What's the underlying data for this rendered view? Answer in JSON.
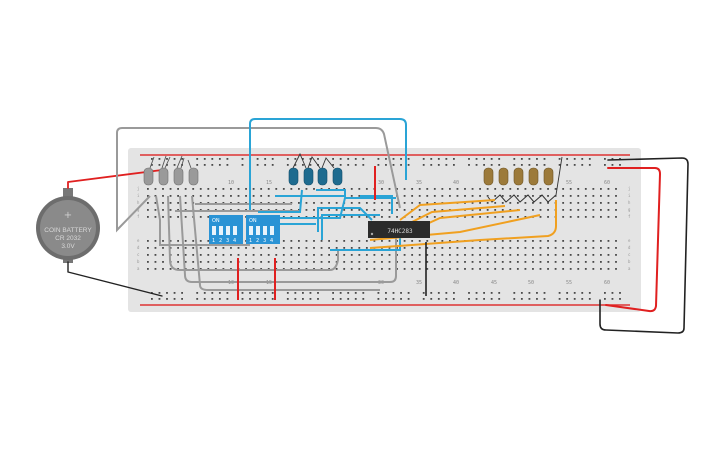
{
  "battery": {
    "label_line1": "COIN BATTERY",
    "label_line2": "CR 2032",
    "label_line3": "3.0V",
    "plus_sign": "+"
  },
  "breadboard": {
    "column_numbers_top": [
      "10",
      "15",
      "30",
      "35",
      "40",
      "55",
      "60"
    ],
    "column_numbers_bottom": [
      "10",
      "15",
      "30",
      "35",
      "40",
      "45",
      "50",
      "55",
      "60"
    ],
    "row_letters_left": [
      "a",
      "b",
      "c",
      "d",
      "e",
      "f",
      "g",
      "h",
      "i",
      "j"
    ],
    "row_letters_right": [
      "a",
      "b",
      "c",
      "d",
      "e",
      "f",
      "g",
      "h",
      "i",
      "j"
    ]
  },
  "chip": {
    "label": "74HC283"
  },
  "dip_switches": [
    {
      "on_label": "ON",
      "numbers": [
        "1",
        "2",
        "3",
        "4"
      ]
    },
    {
      "on_label": "ON",
      "numbers": [
        "1",
        "2",
        "3",
        "4"
      ]
    }
  ],
  "leds": {
    "group_a_color": "#9a9a9a",
    "group_b_color": "#1e6b8f",
    "group_c_color": "#9c7a3a"
  },
  "colors": {
    "board": "#e4e4e4",
    "wire_gray": "#9a9a9a",
    "wire_blue": "#2aa4d6",
    "wire_orange": "#f0a020",
    "wire_red": "#e02020",
    "wire_black": "#222222",
    "dip_blue": "#2a93d5"
  }
}
